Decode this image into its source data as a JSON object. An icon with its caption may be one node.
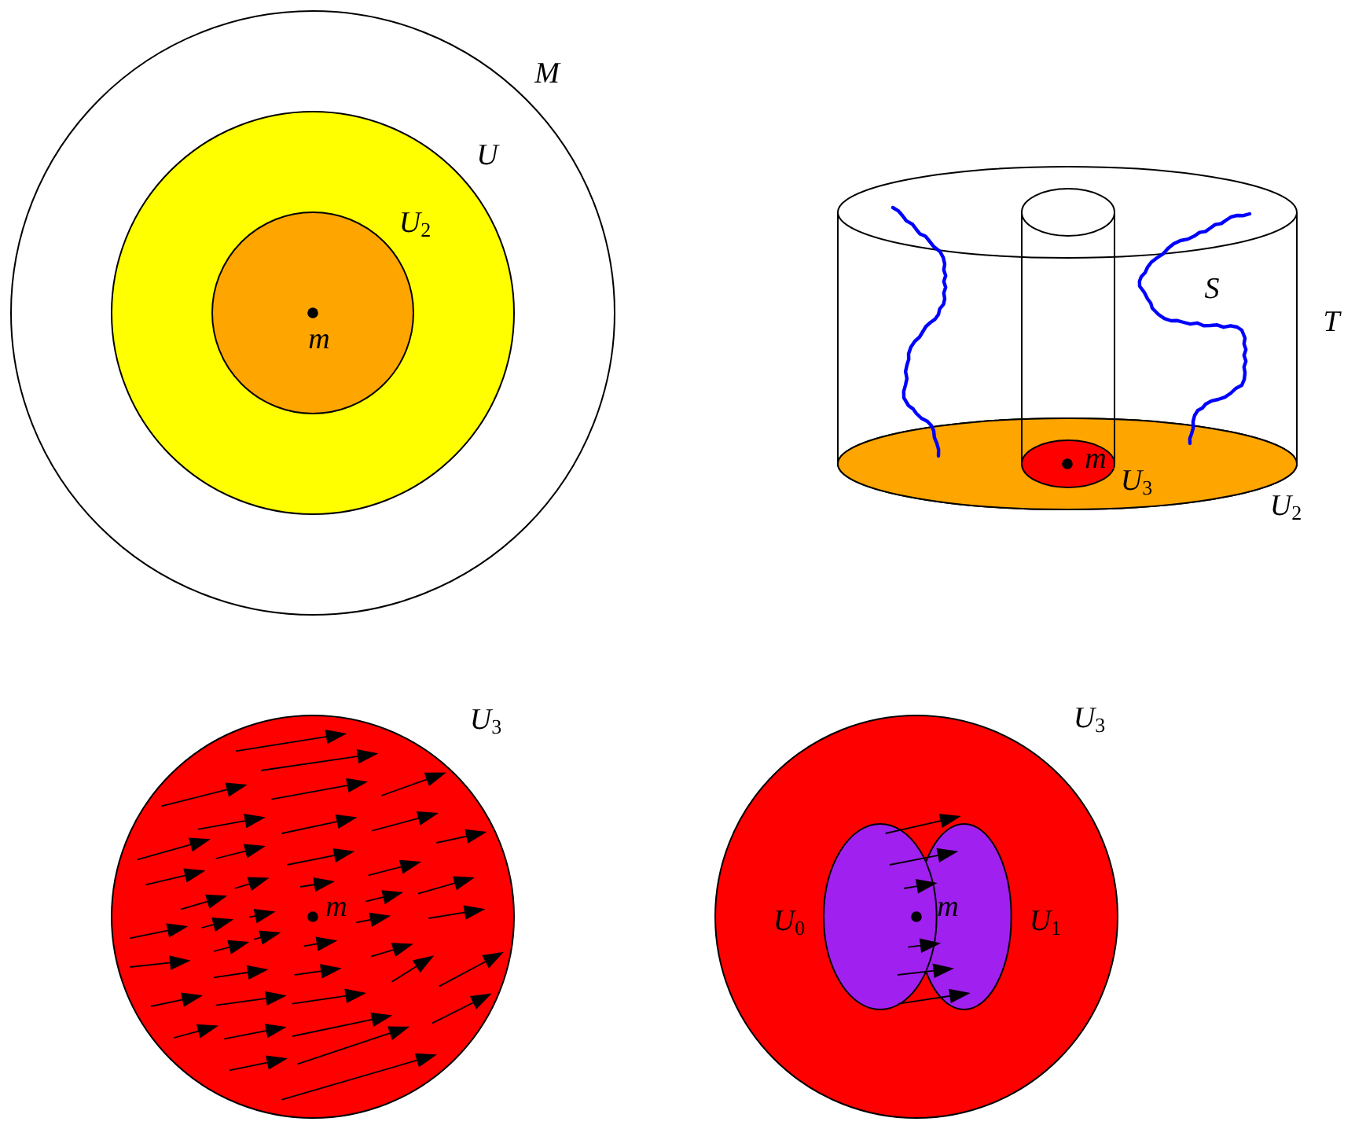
{
  "diagram": {
    "nodes": [
      {
        "text": [
          "M"
        ]
      },
      {
        "text": [
          "U"
        ],
        "in": 0
      },
      {
        "text": [
          "U$_{2}$"
        ],
        "in": 1
      },
      {
        "text": [
          "m"
        ],
        "in": 2
      },
      {
        "text": [
          "T"
        ]
      },
      {
        "text": [],
        "shape": "cylinder",
        "in": 4
      },
      {
        "text": [
          "U$_{2}$"
        ],
        "in": 4
      },
      {
        "text": [
          "U$_{3}$"
        ],
        "in": 6
      },
      {
        "text": [
          "m"
        ],
        "in": 7
      },
      {
        "text": [
          "U$_{3}$"
        ]
      },
      {
        "text": [
          "m"
        ],
        "in": 9
      },
      {
        "text": [
          "U$_{3}$"
        ]
      },
      {
        "text": [
          "U$_{0}$"
        ],
        "in": 11
      },
      {
        "text": [
          "U$_{1}$"
        ],
        "in": 11
      },
      {
        "text": [
          "m"
        ],
        "in": 12
      }
    ],
    "labels": [
      "S"
    ]
  }
}
